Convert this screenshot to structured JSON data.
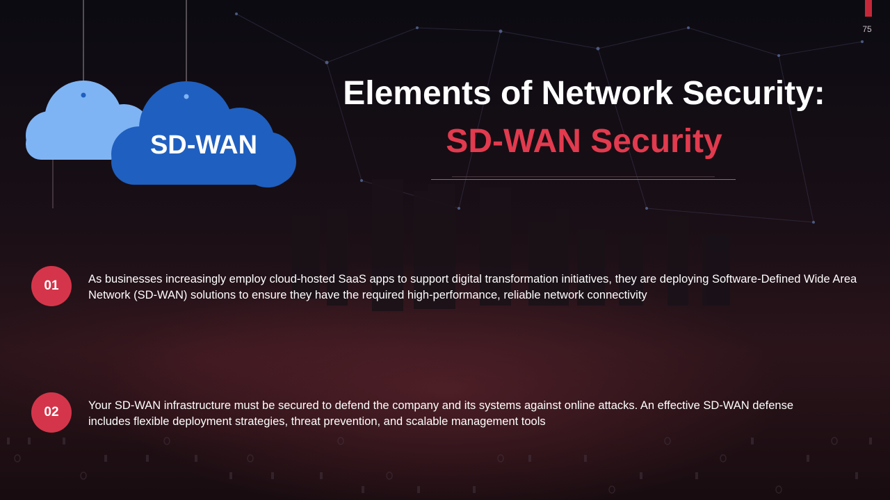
{
  "page_number": "75",
  "cloud": {
    "label": "SD-WAN"
  },
  "title": {
    "line1": "Elements of Network Security:",
    "line2": "SD-WAN Security"
  },
  "points": [
    {
      "number": "01",
      "text": "As businesses increasingly employ cloud-hosted SaaS apps to support digital transformation initiatives, they are deploying Software-Defined Wide Area Network (SD-WAN) solutions to ensure they have the required high-performance, reliable network connectivity"
    },
    {
      "number": "02",
      "text": "Your SD-WAN infrastructure must be secured to defend the company and its systems against online attacks. An effective SD-WAN defense includes flexible deployment strategies, threat prevention, and scalable management tools"
    }
  ],
  "colors": {
    "accent": "#d5354a",
    "title_accent": "#e23a4e",
    "cloud_light": "#7fb4f4",
    "cloud_dark": "#1f5fbf"
  }
}
